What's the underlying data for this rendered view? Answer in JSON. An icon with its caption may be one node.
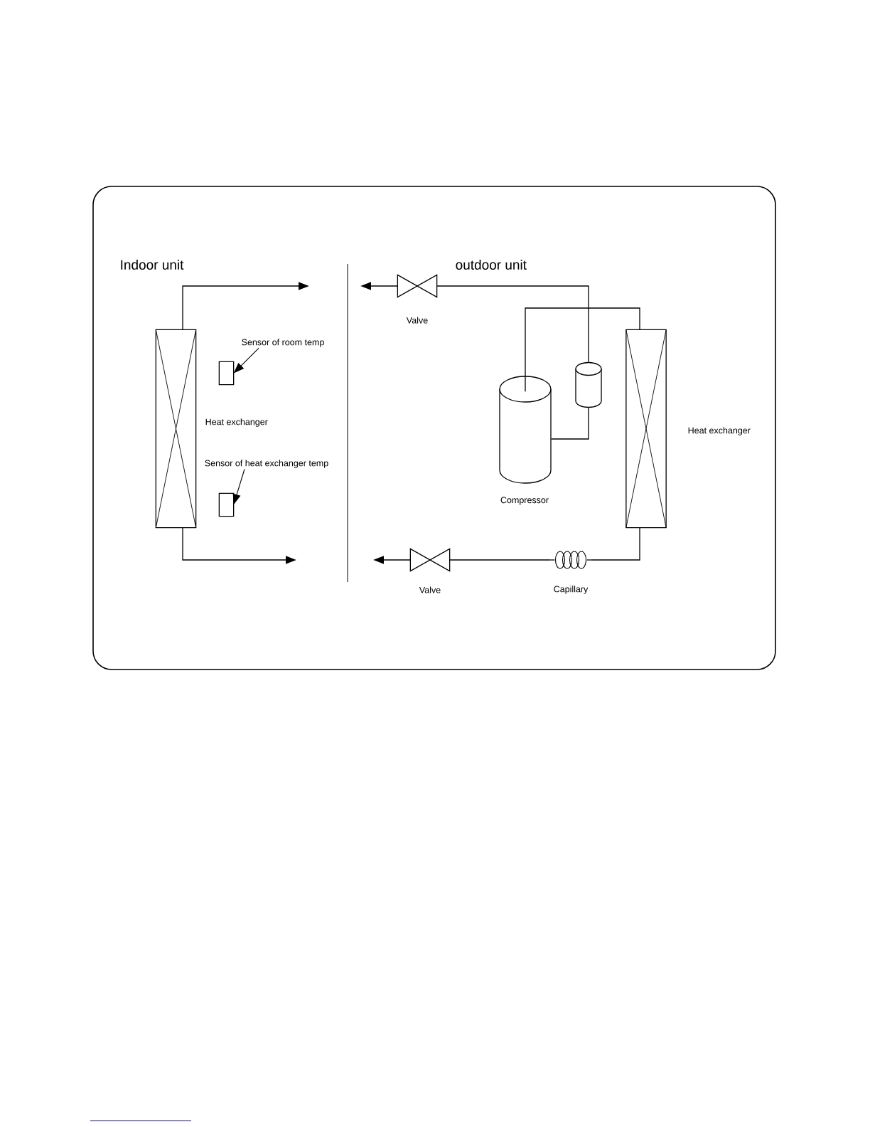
{
  "diagram": {
    "nodes": [
      {
        "text": [],
        "shape": "box",
        "beside": [
          "Heat exchanger"
        ]
      },
      {
        "text": [
          "Sensor of room temp"
        ]
      },
      {
        "text": [],
        "shape": "box"
      },
      {
        "text": [
          "Sensor of heat exchanger temp"
        ]
      },
      {
        "text": [],
        "shape": "box"
      },
      {
        "text": [],
        "shape": "valve",
        "beside": [
          "Valve"
        ]
      },
      {
        "text": [],
        "shape": "cylinder",
        "beside": [
          "Compressor"
        ]
      },
      {
        "text": [],
        "shape": "cylinder"
      },
      {
        "text": [],
        "shape": "box",
        "beside": [
          "Heat exchanger"
        ]
      },
      {
        "text": [],
        "shape": "coil",
        "beside": [
          "Capillary"
        ]
      },
      {
        "text": [],
        "shape": "valve",
        "beside": [
          "Valve"
        ]
      }
    ],
    "edges": [
      {
        "from": 0,
        "to": null,
        "arrow": "to"
      },
      {
        "from": 0,
        "to": null,
        "arrow": "to"
      },
      {
        "from": 5,
        "to": null,
        "arrow": "to"
      },
      {
        "from": 5,
        "to": 7,
        "arrow": "none"
      },
      {
        "from": 7,
        "to": 6,
        "arrow": "none"
      },
      {
        "from": 6,
        "to": 8,
        "arrow": "none"
      },
      {
        "from": 8,
        "to": 9,
        "arrow": "none"
      },
      {
        "from": 9,
        "to": 10,
        "arrow": "none"
      },
      {
        "from": 10,
        "to": null,
        "arrow": "to"
      },
      {
        "from": 1,
        "to": 2,
        "arrow": "to"
      },
      {
        "from": 3,
        "to": 4,
        "arrow": "to"
      }
    ],
    "labels": [
      "Indoor unit",
      "outdoor unit"
    ]
  }
}
